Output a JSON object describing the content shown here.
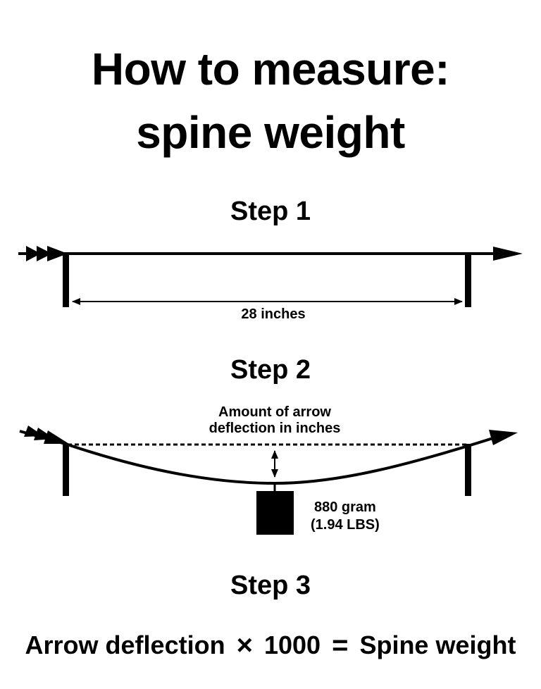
{
  "title": {
    "line1": "How to measure:",
    "line2": "spine weight"
  },
  "steps": [
    {
      "heading": "Step 1",
      "span_label": "28 inches"
    },
    {
      "heading": "Step 2",
      "deflection_label_line1": "Amount of arrow",
      "deflection_label_line2": "deflection in inches",
      "weight_label_line1": "880 gram",
      "weight_label_line2": "(1.94 LBS)"
    },
    {
      "heading": "Step 3"
    }
  ],
  "formula": {
    "term1": "Arrow deflection",
    "op1": "×",
    "term2": "1000",
    "op2": "=",
    "result": "Spine weight"
  },
  "colors": {
    "ink": "#000000",
    "background": "#ffffff"
  }
}
